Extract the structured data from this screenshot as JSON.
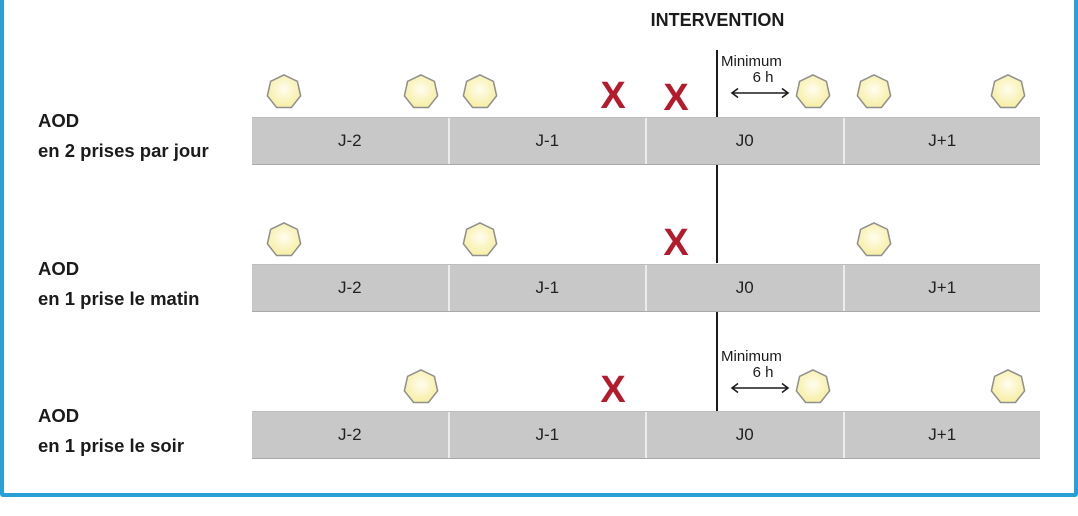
{
  "title": "INTERVENTION",
  "minimum": {
    "label": "Minimum",
    "duration": "6 h"
  },
  "days": [
    "J-2",
    "J-1",
    "J0",
    "J+1"
  ],
  "colors": {
    "frame": "#2a9fd6",
    "bar": "#c8c8c8",
    "cross": "#b41b2c",
    "sun_fill": "#fbf6c6",
    "sun_stroke": "#8f8f8f"
  },
  "rows": [
    {
      "label_line1": "AOD",
      "label_line2": "en 2 prises par jour"
    },
    {
      "label_line1": "AOD",
      "label_line2": "en 1 prise le matin"
    },
    {
      "label_line1": "AOD",
      "label_line2": "en 1 prise le soir"
    }
  ],
  "cross_mark": "X"
}
